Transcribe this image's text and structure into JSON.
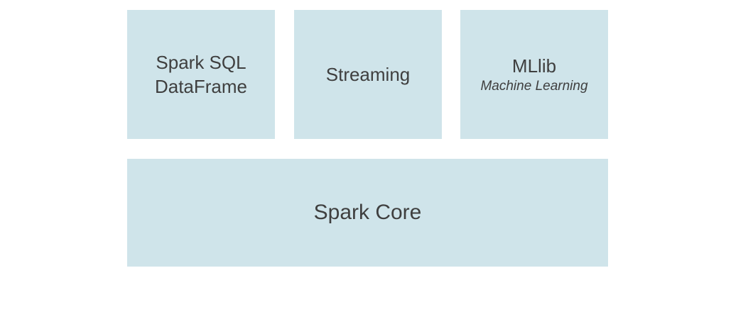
{
  "diagram": {
    "components": {
      "sql": {
        "line1": "Spark SQL",
        "line2": "DataFrame"
      },
      "streaming": {
        "label": "Streaming"
      },
      "mllib": {
        "label": "MLlib",
        "sublabel": "Machine Learning"
      },
      "core": {
        "label": "Spark Core"
      }
    },
    "colors": {
      "box_fill": "#cfe4ea",
      "text": "#3f3f3f",
      "background": "#ffffff"
    }
  }
}
